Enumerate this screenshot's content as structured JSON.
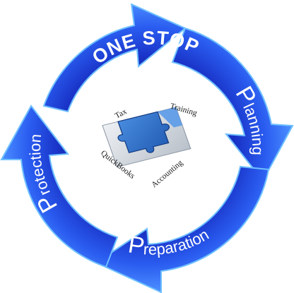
{
  "colors": {
    "arrow_dark": "#0d1f9c",
    "arrow_mid": "#1f3fd6",
    "arrow_light": "#3a7bff",
    "arrow_edge": "#5fb4ff",
    "inner_disc": "#ffffff",
    "puzzle_blue": "#2d6fc9",
    "puzzle_light": "#d8dde3",
    "text": "#ffffff"
  },
  "segments": {
    "top": {
      "text": "ONE STOP"
    },
    "right": {
      "initial": "P",
      "rest": "lanning"
    },
    "bottom": {
      "initial": "P",
      "rest": "reparation"
    },
    "left": {
      "initial": "P",
      "rest": "rotection"
    }
  },
  "puzzle": {
    "labels": [
      "Tax",
      "Training",
      "QuickBooks",
      "Accounting"
    ]
  }
}
